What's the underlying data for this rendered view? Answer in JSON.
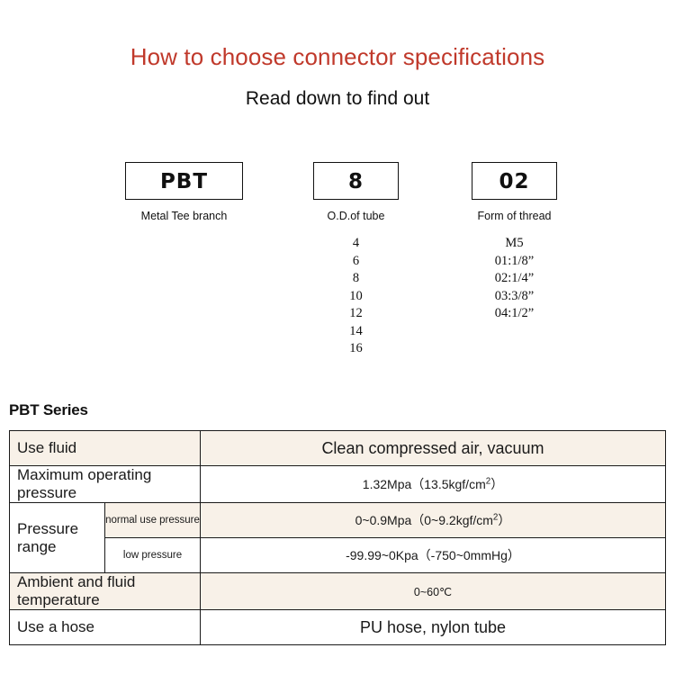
{
  "header": {
    "title": "How to choose connector specifications",
    "subtitle": "Read down to find out",
    "title_color": "#c0392b"
  },
  "selector": {
    "groups": [
      {
        "code": "PBT",
        "caption": "Metal Tee branch",
        "options": []
      },
      {
        "code": "8",
        "caption": "O.D.of tube",
        "options": [
          "4",
          "6",
          "8",
          "10",
          "12",
          "14",
          "16"
        ]
      },
      {
        "code": "02",
        "caption": "Form of thread",
        "options": [
          "M5",
          "01:1/8”",
          "02:1/4”",
          "03:3/8”",
          "04:1/2”"
        ]
      }
    ]
  },
  "series": {
    "heading": "PBT Series",
    "accent_beige": "#f8f1e8",
    "rows": [
      {
        "label": "Use fluid",
        "sublabel": null,
        "value": "Clean compressed air, vacuum",
        "shaded": true,
        "value_size": "big"
      },
      {
        "label": "Maximum operating pressure",
        "sublabel": null,
        "value": "1.32Mpa（13.5kgf/cm",
        "value_sup": "2",
        "value_tail": "）",
        "shaded": false,
        "value_size": "small"
      },
      {
        "label": "Pressure range",
        "sublabel": "normal use pressure",
        "value": "0~0.9Mpa（0~9.2kgf/cm",
        "value_sup": "2",
        "value_tail": "）",
        "shaded": true,
        "value_size": "small"
      },
      {
        "label": "",
        "sublabel": "low pressure",
        "value": "-99.99~0Kpa（-750~0mmHg）",
        "shaded": false,
        "value_size": "small"
      },
      {
        "label": "Ambient and fluid temperature",
        "sublabel": null,
        "value": "0~60℃",
        "shaded": true,
        "value_size": "tiny"
      },
      {
        "label": "Use a hose",
        "sublabel": null,
        "value": "PU hose, nylon tube",
        "shaded": false,
        "value_size": "big"
      }
    ]
  }
}
